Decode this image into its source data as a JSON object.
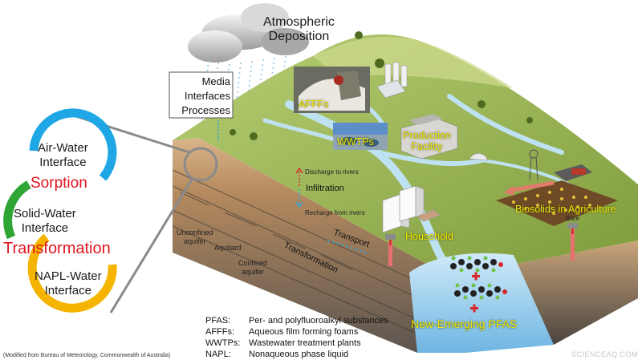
{
  "top_labels": {
    "atmospheric_line1": "Atmospheric",
    "atmospheric_line2": "Deposition"
  },
  "media_box": [
    "Media",
    "Interfaces",
    "Processes"
  ],
  "cycle": {
    "air_water": [
      "Air-Water",
      "Interface"
    ],
    "solid_water": [
      "Solid-Water",
      "Interface"
    ],
    "napl_water": [
      "NAPL-Water",
      "Interface"
    ],
    "sorption": "Sorption",
    "transformation": "Transformation",
    "colors": {
      "blue": "#1ea7e4",
      "green": "#2fa536",
      "yellow": "#f4b400",
      "red": "#e0141e"
    }
  },
  "landscape_labels": {
    "affs": "AFFFs",
    "wwtps": "WWTPs",
    "production_line1": "Production",
    "production_line2": "Facility",
    "discharge": "Discharge to rivers",
    "infiltration": "Infiltration",
    "recharge": "Recharge from rivers",
    "transport": "Transport",
    "household": "Household",
    "biosolids": "Biosolids in Agriculture",
    "bore": "Bore",
    "unconfined_line1": "Unconfined",
    "unconfined_line2": "aquifer",
    "aquitard": "Aquitard",
    "confined_line1": "Confined",
    "confined_line2": "aquifer",
    "transformation_soil": "Transformation",
    "new_emerging": "New-Emerging PFAS"
  },
  "legend": [
    {
      "abbr": "PFAS:",
      "desc": "Per- and polyfluoroalkyl substances"
    },
    {
      "abbr": "AFFFs:",
      "desc": "Aqueous film forming foams"
    },
    {
      "abbr": "WWTPs:",
      "desc": "Wastewater treatment plants"
    },
    {
      "abbr": "NAPL:",
      "desc": "Nonaqueous phase liquid"
    }
  ],
  "credit": "(Modified from Bureau of Meteorology, Commonwealth of Australia)",
  "watermark": "SCIENCEAQ.COM"
}
